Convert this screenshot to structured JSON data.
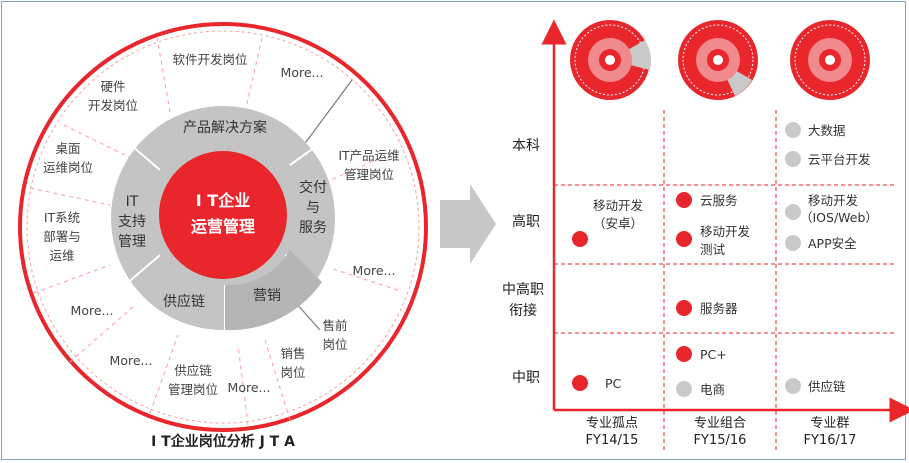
{
  "wheel": {
    "center": [
      "I T企业",
      "运营管理"
    ],
    "inner": {
      "product": "产品解决方案",
      "delivery": [
        "交付",
        "与",
        "服务"
      ],
      "marketing": "营销",
      "supply": "供应链",
      "it_support": [
        "IT",
        "支持",
        "管理"
      ]
    },
    "outer": {
      "software": "软件开发岗位",
      "more_top": "More...",
      "it_ops": [
        "IT产品运维",
        "管理岗位"
      ],
      "more_right": "More...",
      "presales": [
        "售前",
        "岗位"
      ],
      "sales": [
        "销售",
        "岗位"
      ],
      "more_bottom": "More...",
      "supply_post": [
        "供应链",
        "管理岗位"
      ],
      "more_bottom_left": "More...",
      "more_left": "More...",
      "it_system": [
        "IT系统",
        "部署与",
        "运维"
      ],
      "desktop_ops": [
        "桌面",
        "运维岗位"
      ],
      "hardware": [
        "硬件",
        "开发岗位"
      ]
    },
    "caption": "I T企业岗位分析 J T A"
  },
  "matrix": {
    "rows": [
      "本科",
      "高职",
      [
        "中高职",
        "衔接"
      ],
      "中职"
    ],
    "columns": [
      [
        "专业孤点",
        "FY14/15"
      ],
      [
        "专业组合",
        "FY15/16"
      ],
      [
        "专业群",
        "FY16/17"
      ]
    ],
    "cells": {
      "c1_gaozhi": [
        "移动开发",
        "（安卓）"
      ],
      "c1_zhongzhi": "PC",
      "c2_gaozhi_1": "云服务",
      "c2_gaozhi_2": [
        "移动开发",
        "测试"
      ],
      "c2_zgz": "服务器",
      "c2_zhongzhi_1": "PC+",
      "c2_zhongzhi_2": "电商",
      "c3_benke_1": "大数据",
      "c3_benke_2": "云平台开发",
      "c3_gaozhi_1": [
        "移动开发",
        "（IOS/Web）"
      ],
      "c3_gaozhi_2": "APP安全",
      "c3_zhongzhi": "供应链"
    }
  },
  "colors": {
    "red": "#e8262c",
    "light_gray": "#c9c9c9",
    "wheel_gray": "#bdbdbd",
    "dashed_pink": "#f2a1a3",
    "arrow": "#c8c8c8"
  }
}
